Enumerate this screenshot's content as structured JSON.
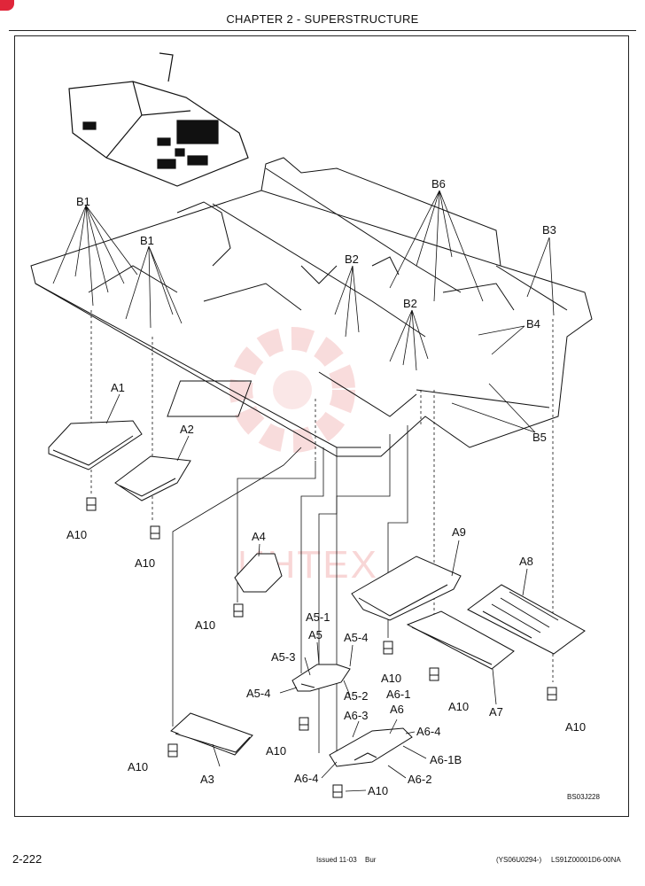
{
  "header": {
    "title": "CHAPTER 2 - SUPERSTRUCTURE"
  },
  "footer": {
    "page": "2-222",
    "issued": "Issued 11-03",
    "author": "Bur",
    "serial": "(YS06U0294-)",
    "doc_code": "LS91Z00001D6-00NA"
  },
  "figure": {
    "code": "BS03J228",
    "watermark": "ИНТЕХ",
    "labels": {
      "b1_left": "B1",
      "b1_right": "B1",
      "b2_upper": "B2",
      "b2_lower": "B2",
      "b3": "B3",
      "b4": "B4",
      "b5": "B5",
      "b6": "B6",
      "a1": "A1",
      "a2": "A2",
      "a3": "A3",
      "a4": "A4",
      "a5": "A5",
      "a5_1": "A5-1",
      "a5_2": "A5-2",
      "a5_3": "A5-3",
      "a5_4_top": "A5-4",
      "a5_4_left": "A5-4",
      "a6": "A6",
      "a6_1": "A6-1",
      "a6_1b": "A6-1B",
      "a6_2": "A6-2",
      "a6_3": "A6-3",
      "a6_4_right": "A6-4",
      "a6_4_left": "A6-4",
      "a7": "A7",
      "a8": "A8",
      "a9": "A9",
      "a10_1": "A10",
      "a10_2": "A10",
      "a10_3": "A10",
      "a10_4": "A10",
      "a10_5": "A10",
      "a10_6": "A10",
      "a10_7": "A10",
      "a10_8": "A10",
      "a10_9": "A10"
    }
  }
}
